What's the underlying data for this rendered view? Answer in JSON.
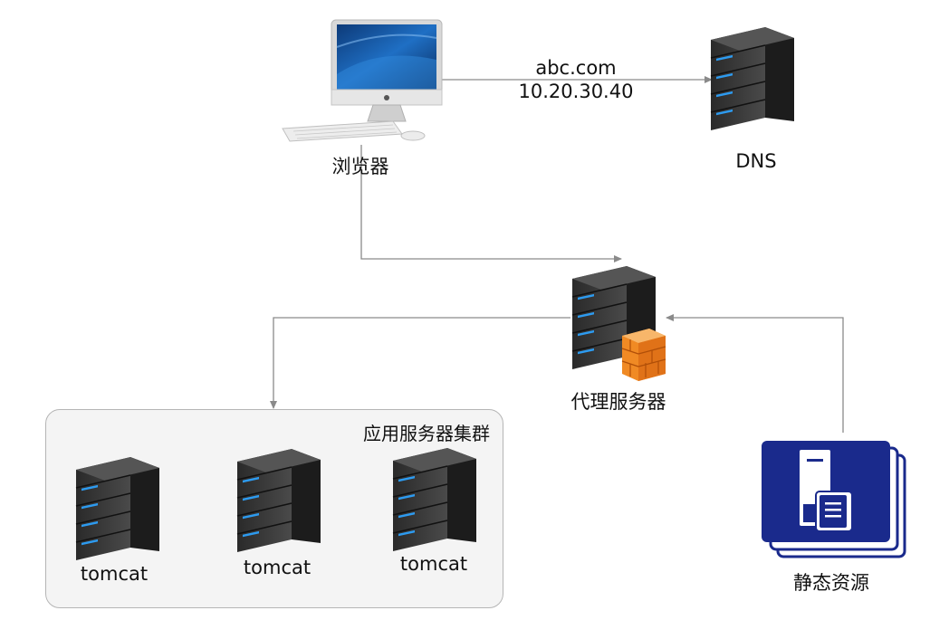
{
  "nodes": {
    "browser": {
      "label": "浏览器",
      "icon": "imac-computer-icon"
    },
    "dns": {
      "label": "DNS",
      "icon": "server-tower-icon"
    },
    "proxy": {
      "label": "代理服务器",
      "icon": "server-with-firewall-icon"
    },
    "static": {
      "label": "静态资源",
      "icon": "static-files-stack-icon"
    }
  },
  "edges": {
    "browser_dns": {
      "domain": "abc.com",
      "ip": "10.20.30.40"
    }
  },
  "cluster": {
    "title": "应用服务器集群",
    "servers": [
      {
        "label": "tomcat"
      },
      {
        "label": "tomcat"
      },
      {
        "label": "tomcat"
      }
    ]
  },
  "colors": {
    "server_body": "#3a3a3a",
    "server_led": "#2d9bf0",
    "edge": "#8a8a8a",
    "firewall": "#f08a24",
    "static_blue": "#1a2a8c"
  }
}
